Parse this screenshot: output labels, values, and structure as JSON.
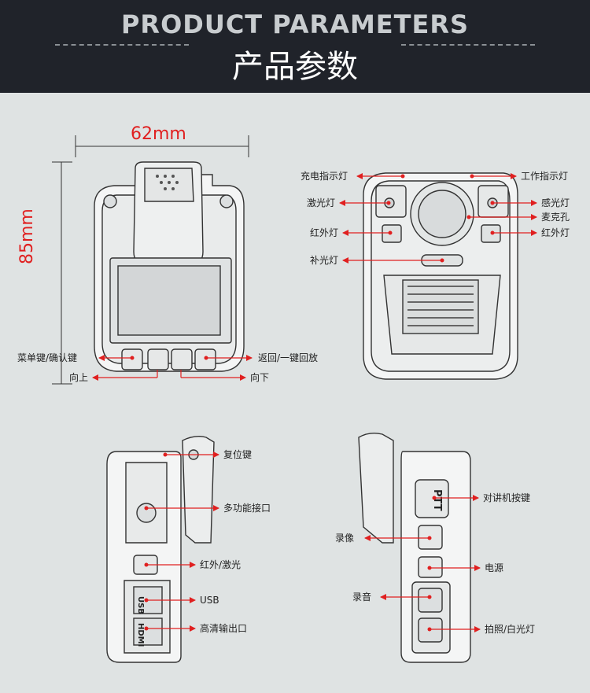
{
  "header": {
    "title_en": "PRODUCT PARAMETERS",
    "title_zh": "产品参数"
  },
  "dimensions": {
    "width": "62mm",
    "height": "85mm"
  },
  "labels": {
    "menu_confirm": "菜单键/确认键",
    "up": "向上",
    "back_playback": "返回/一键回放",
    "down": "向下",
    "charge_indicator": "充电指示灯",
    "laser": "激光灯",
    "ir_left": "红外灯",
    "fill_light": "补光灯",
    "work_indicator": "工作指示灯",
    "light_sensor": "感光灯",
    "mic": "麦克孔",
    "ir_right": "红外灯",
    "reset": "复位键",
    "multi_port": "多功能接口",
    "ir_laser": "红外/激光",
    "usb": "USB",
    "hdmi_out": "高清输出口",
    "ptt_key": "对讲机按键",
    "video": "录像",
    "power": "电源",
    "audio": "录音",
    "photo_white": "拍照/白光灯"
  },
  "device_marks": {
    "usb_text": "USB",
    "hdmi_text": "HDMI",
    "ptt_text": "PTT"
  },
  "colors": {
    "header_bg": "#20232a",
    "accent_red": "#e02020",
    "background": "#dfe3e3"
  }
}
